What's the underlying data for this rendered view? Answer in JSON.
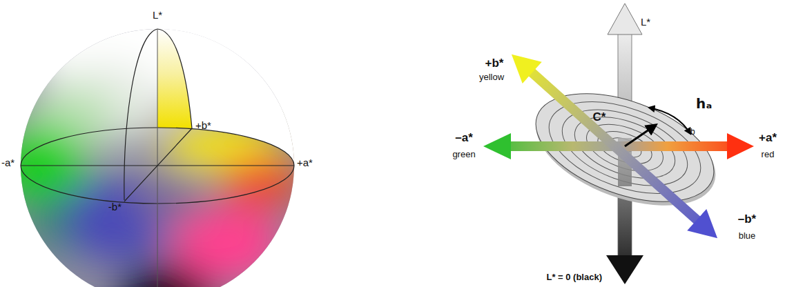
{
  "diagram": {
    "labels": [
      "L*",
      "+b*",
      "-a*",
      "+a*",
      "-b*",
      "L*",
      "+b*",
      "yellow",
      "–a*",
      "green",
      "+a*",
      "red",
      "–b*",
      "blue",
      "C*",
      "hₐ",
      "b",
      "L* = 0 (black)"
    ]
  }
}
